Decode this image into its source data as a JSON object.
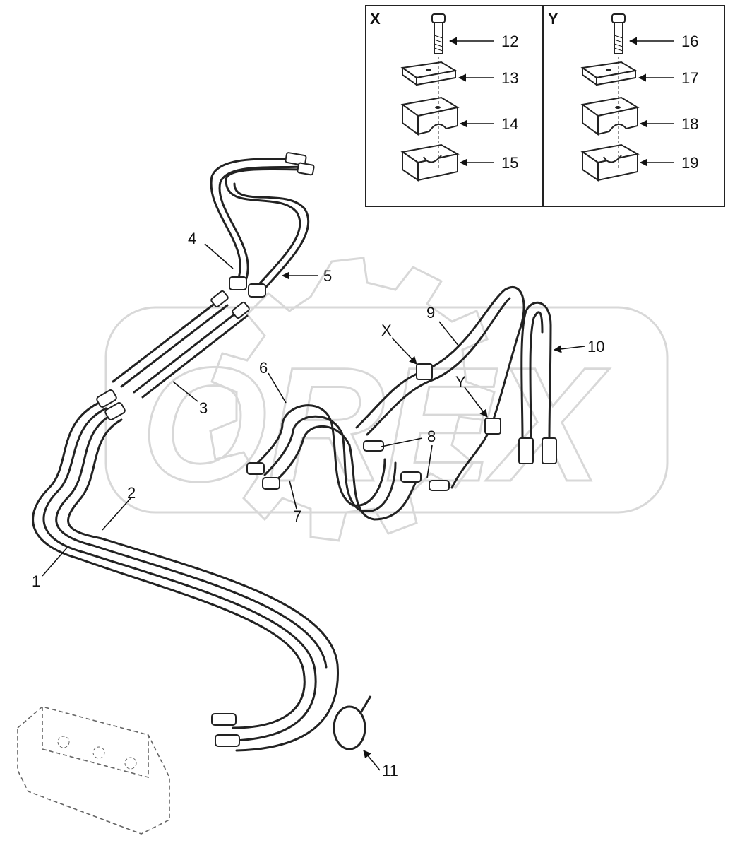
{
  "inset": {
    "panel_x": {
      "title": "X",
      "callouts": [
        "12",
        "13",
        "14",
        "15"
      ]
    },
    "panel_y": {
      "title": "Y",
      "callouts": [
        "16",
        "17",
        "18",
        "19"
      ]
    }
  },
  "callouts": {
    "c1": "1",
    "c2": "2",
    "c3": "3",
    "c4": "4",
    "c5": "5",
    "c6": "6",
    "c7": "7",
    "c8": "8",
    "c9": "9",
    "c10": "10",
    "c11": "11",
    "x": "X",
    "y": "Y"
  },
  "watermark": {
    "text": "OREX"
  }
}
